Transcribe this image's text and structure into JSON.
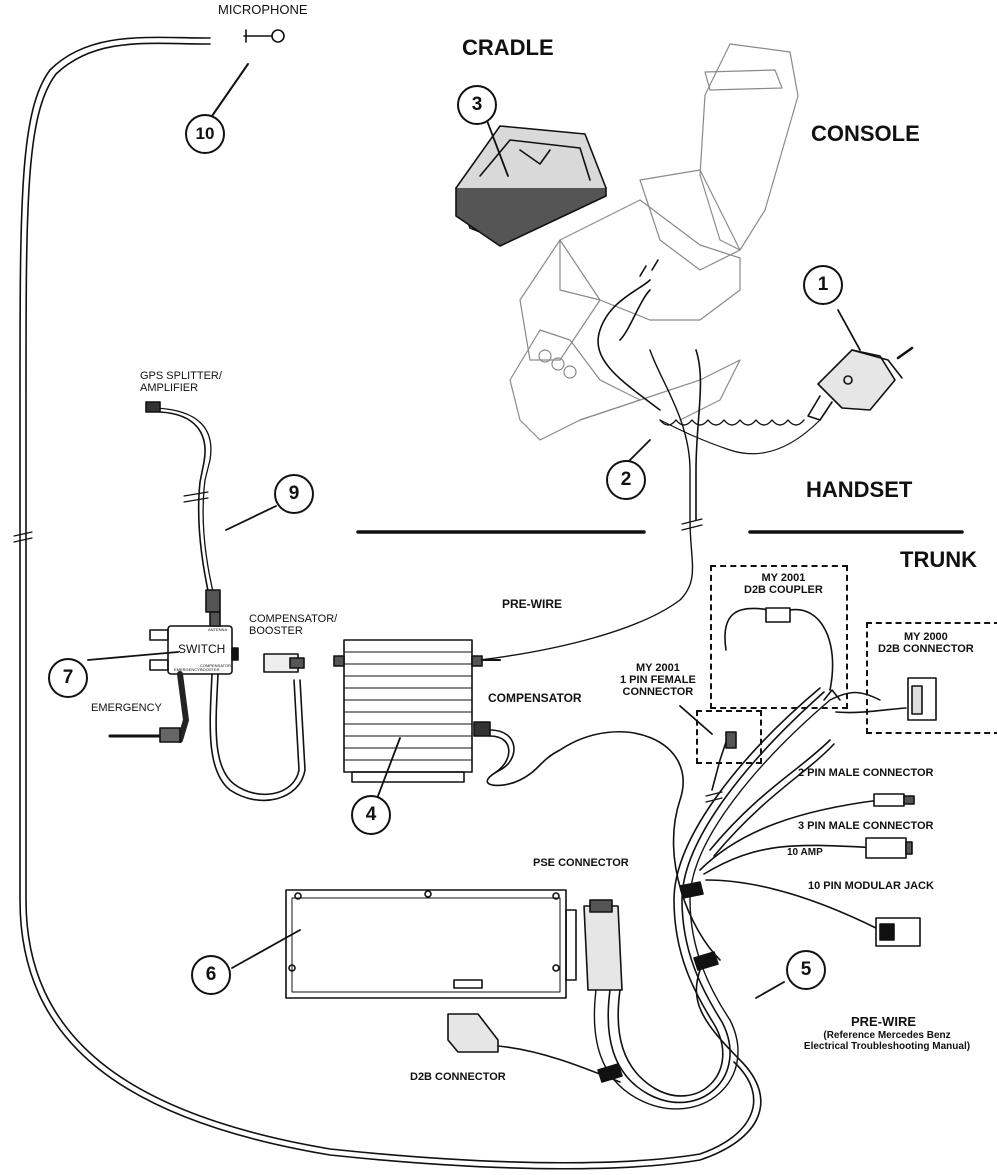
{
  "sections": {
    "cradle": "CRADLE",
    "console": "CONSOLE",
    "handset": "HANDSET",
    "trunk": "TRUNK"
  },
  "labels": {
    "microphone": "MICROPHONE",
    "gps_splitter": "GPS SPLITTER/\nAMPLIFIER",
    "compensator_booster": "COMPENSATOR/\nBOOSTER",
    "emergency": "EMERGENCY",
    "switch": "SWITCH",
    "antenna_port": "ANTENNA",
    "emergency_port": "EMERGENCY",
    "compensator_booster_port": "COMPENSATOR\nBOOSTER",
    "pre_wire_top": "PRE-WIRE",
    "compensator": "COMPENSATOR",
    "my2001_1pin": "MY 2001\n1 PIN FEMALE\nCONNECTOR",
    "my2001_coupler": "MY 2001\nD2B COUPLER",
    "my2000_connector": "MY 2000\nD2B CONNECTOR",
    "pin2_male": "2 PIN MALE CONNECTOR",
    "pin3_male": "3 PIN MALE CONNECTOR",
    "amp10": "10 AMP",
    "pin10_jack": "10 PIN MODULAR JACK",
    "pse_connector": "PSE CONNECTOR",
    "pre_wire_bottom": "PRE-WIRE",
    "reference_note": "(Reference Mercedes Benz\nElectrical Troubleshooting Manual)",
    "d2b_connector": "D2B CONNECTOR"
  },
  "callouts": [
    "1",
    "2",
    "3",
    "4",
    "5",
    "6",
    "7",
    "9",
    "10"
  ],
  "icons": [
    "microphone-icon",
    "handset-icon",
    "cradle-icon",
    "console-icon",
    "compensator-icon",
    "switch-box-icon",
    "pse-module-icon"
  ]
}
